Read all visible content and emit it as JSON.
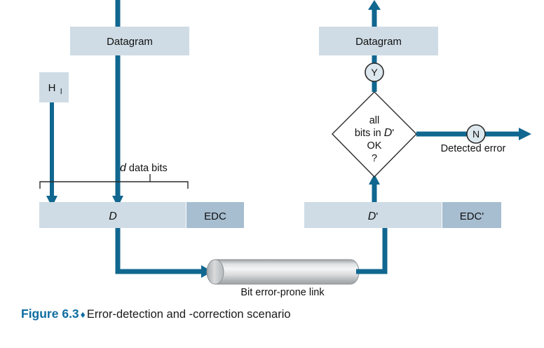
{
  "figure": {
    "number_label": "Figure 6.3",
    "separator": "♦",
    "title": "Error-detection and -correction scenario"
  },
  "colors": {
    "line_blue": "#10678f",
    "box_light": "#cfdce5",
    "box_dark": "#a7bdd0",
    "circle_fill": "#dde7ee",
    "outline_dark": "#2b2b2b",
    "accent_text": "#0d6ca0",
    "cylinder_light": "#f2f3f4",
    "cylinder_mid": "#c8cbcd",
    "cylinder_dark": "#9ea2a5"
  },
  "sender": {
    "datagram_label": "Datagram",
    "header_label": "H",
    "header_subscript": "l",
    "data_bits_italic": "d",
    "data_bits_rest": " data bits",
    "frame": {
      "data_label": "D",
      "edc_label": "EDC"
    }
  },
  "link": {
    "label": "Bit error-prone link"
  },
  "receiver": {
    "datagram_label": "Datagram",
    "frame": {
      "data_label": "D",
      "data_prime": "'",
      "edc_label": "EDC",
      "edc_prime": "'"
    },
    "decision": {
      "line1": "all",
      "line2_prefix": "bits in ",
      "line2_italic": "D",
      "line2_suffix": "'",
      "line3": "OK",
      "line4": "?"
    },
    "yes_label": "Y",
    "no_label": "N",
    "error_label": "Detected error"
  }
}
